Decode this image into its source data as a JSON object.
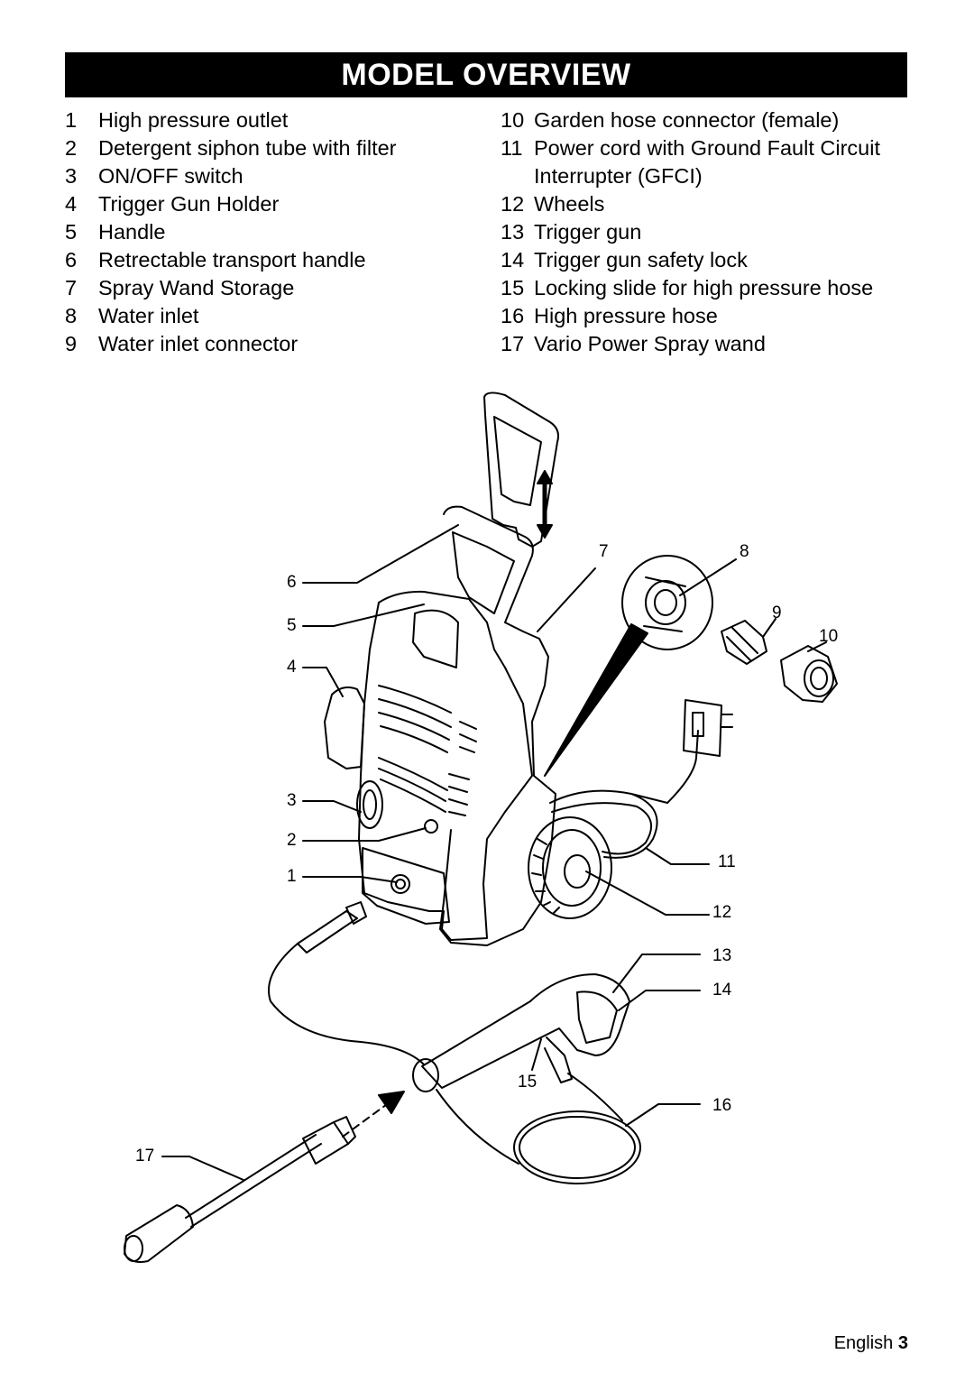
{
  "title": "MODEL OVERVIEW",
  "legend_left": [
    {
      "num": "1",
      "text": "High pressure outlet"
    },
    {
      "num": "2",
      "text": "Detergent siphon tube with filter"
    },
    {
      "num": "3",
      "text": "ON/OFF switch"
    },
    {
      "num": "4",
      "text": "Trigger Gun Holder"
    },
    {
      "num": "5",
      "text": "Handle"
    },
    {
      "num": "6",
      "text": "Retrectable transport handle"
    },
    {
      "num": "7",
      "text": "Spray Wand Storage"
    },
    {
      "num": "8",
      "text": "Water inlet"
    },
    {
      "num": "9",
      "text": "Water inlet connector"
    }
  ],
  "legend_right": [
    {
      "num": "10",
      "text": "Garden hose connector (female)"
    },
    {
      "num": "11",
      "text": "Power cord with Ground Fault Circuit Interrupter (GFCI)"
    },
    {
      "num": "12",
      "text": "Wheels"
    },
    {
      "num": "13",
      "text": "Trigger gun"
    },
    {
      "num": "14",
      "text": "Trigger gun safety lock"
    },
    {
      "num": "15",
      "text": "Locking slide for high pressure hose"
    },
    {
      "num": "16",
      "text": "High pressure hose"
    },
    {
      "num": "17",
      "text": "Vario Power Spray wand"
    }
  ],
  "callouts": [
    "1",
    "2",
    "3",
    "4",
    "5",
    "6",
    "7",
    "8",
    "9",
    "10",
    "11",
    "12",
    "13",
    "14",
    "15",
    "16",
    "17"
  ],
  "footer": {
    "language": "English",
    "page": "3"
  }
}
